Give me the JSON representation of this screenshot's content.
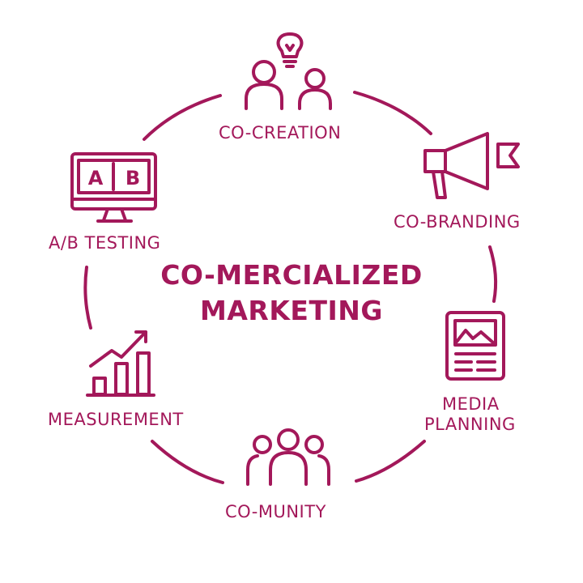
{
  "theme": {
    "accent": "#a3185a",
    "background": "#ffffff"
  },
  "center": {
    "line1": "CO-MERCIALIZED",
    "line2": "MARKETING"
  },
  "stages": [
    {
      "id": "co-creation",
      "label": "CO-CREATION",
      "icon": "people-lightbulb-icon"
    },
    {
      "id": "co-branding",
      "label": "CO-BRANDING",
      "icon": "megaphone-icon"
    },
    {
      "id": "media-planning",
      "label_line1": "MEDIA",
      "label_line2": "PLANNING",
      "icon": "media-page-icon"
    },
    {
      "id": "co-munity",
      "label": "CO-MUNITY",
      "icon": "community-icon"
    },
    {
      "id": "measurement",
      "label": "MEASUREMENT",
      "icon": "growth-chart-icon"
    },
    {
      "id": "ab-testing",
      "label": "A/B TESTING",
      "icon": "ab-monitor-icon",
      "screen_left": "A",
      "screen_right": "B"
    }
  ]
}
